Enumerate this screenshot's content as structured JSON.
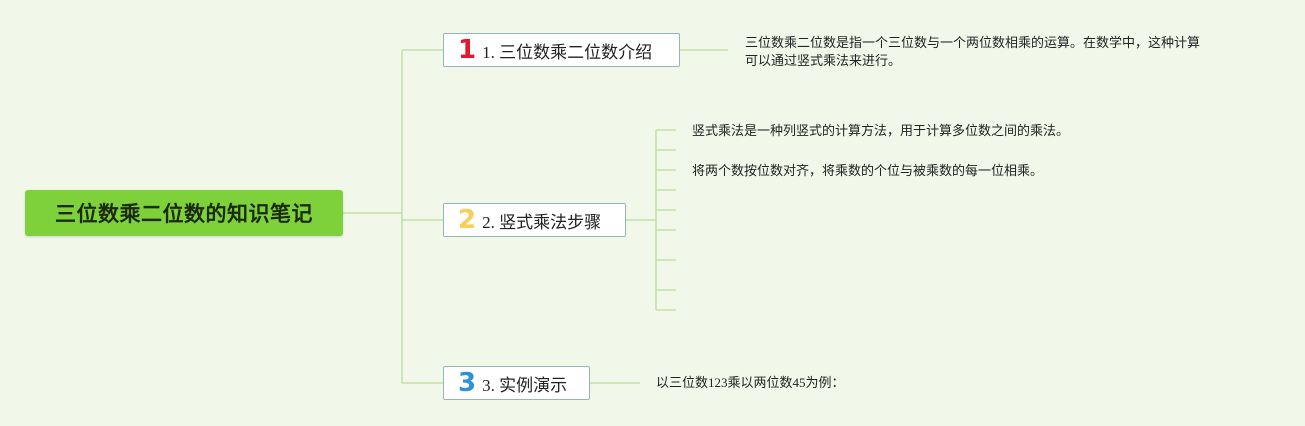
{
  "root": {
    "label": "三位数乘二位数的知识笔记"
  },
  "colors": {
    "background": "#f1f8e9",
    "root_fill": "#7ed13a",
    "connector": "#b9dc9c",
    "badge_1": "#e0192f",
    "badge_2": "#f6cf55",
    "badge_3": "#2b93d8"
  },
  "branches": [
    {
      "badge": "1",
      "label": "1. 三位数乘二位数介绍",
      "details": [
        "三位数乘二位数是指一个三位数与一个两位数相乘的运算。在数学中，这种计算",
        "可以通过竖式乘法来进行。"
      ]
    },
    {
      "badge": "2",
      "label": "2. 竖式乘法步骤",
      "details": [
        "竖式乘法是一种列竖式的计算方法，用于计算多位数之间的乘法。",
        "将两个数按位数对齐，将乘数的个位与被乘数的每一位相乘。"
      ]
    },
    {
      "badge": "3",
      "label": "3. 实例演示",
      "details": [
        "以三位数123乘以两位数45为例："
      ]
    }
  ]
}
